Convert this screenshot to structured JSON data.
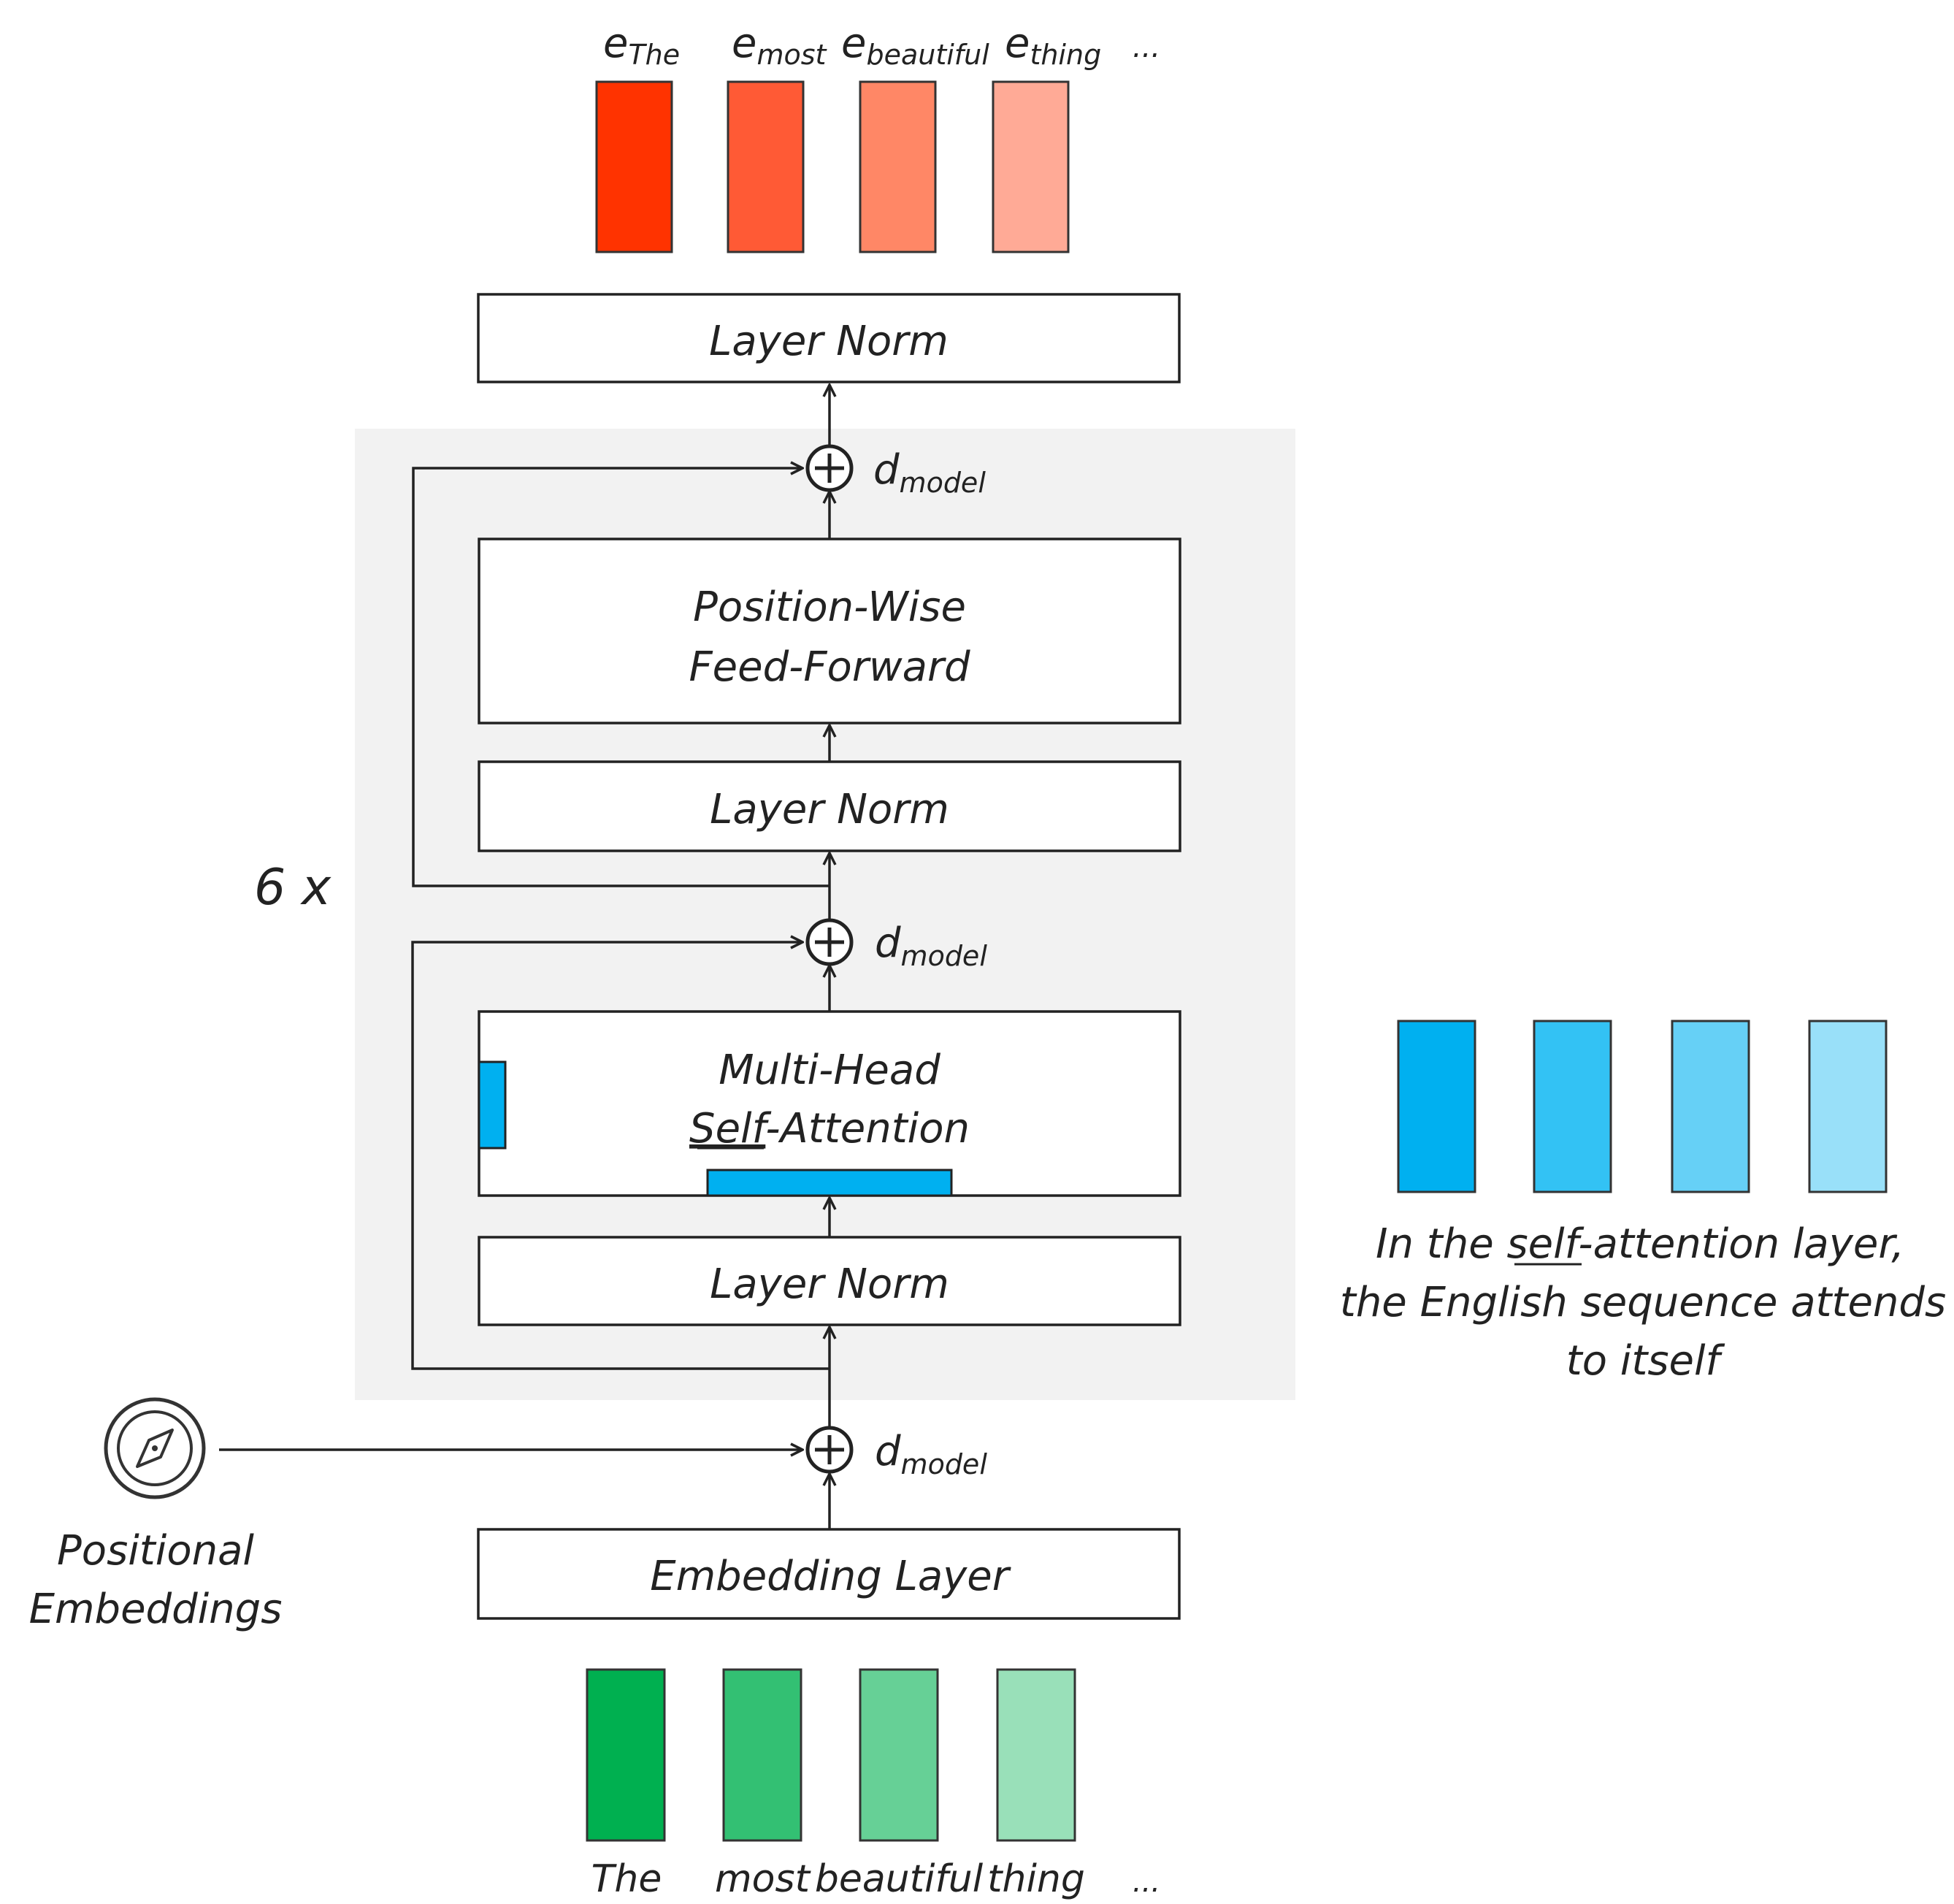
{
  "output_embeddings": {
    "base": "e",
    "items": [
      {
        "sub": "The",
        "color": "#FF3300"
      },
      {
        "sub": "most",
        "color": "#FF5A35"
      },
      {
        "sub": "beautiful",
        "color": "#FF8766"
      },
      {
        "sub": "thing",
        "color": "#FFAA96"
      }
    ],
    "ellipsis": "..."
  },
  "layers": {
    "top_norm": "Layer Norm",
    "ffn_line1": "Position-Wise",
    "ffn_line2": "Feed-Forward",
    "ffn_norm": "Layer Norm",
    "mha_line1": "Multi-Head",
    "mha_self": "Self",
    "mha_rest": "-Attention",
    "mha_norm": "Layer Norm",
    "embedding": "Embedding Layer"
  },
  "repeat_label": "6 x",
  "dim_label": {
    "base": "d",
    "sub": "model"
  },
  "positional": {
    "line1": "Positional",
    "line2": "Embeddings",
    "icon": "compass-icon"
  },
  "attention_keys": {
    "colors": [
      "#00B0F0",
      "#33C2F4",
      "#66D0F6",
      "#99E0F9"
    ],
    "caption_line1_pre": "In the ",
    "caption_line1_self": "self",
    "caption_line1_post": "-attention layer,",
    "caption_line2": "the English sequence attends",
    "caption_line3": "to itself"
  },
  "input_tokens": {
    "items": [
      {
        "word": "The",
        "color": "#00B050"
      },
      {
        "word": "most",
        "color": "#33C073"
      },
      {
        "word": "beautiful",
        "color": "#66D096"
      },
      {
        "word": "thing",
        "color": "#99E0B9"
      }
    ],
    "ellipsis": "..."
  },
  "colors": {
    "block_bg": "#F2F2F2",
    "attention_bar": "#00B0F0"
  }
}
